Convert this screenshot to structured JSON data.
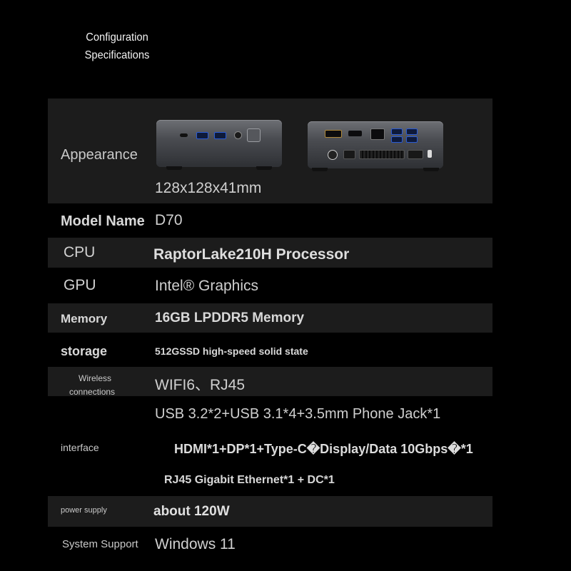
{
  "header": {
    "title_line1": "Configuration",
    "title_line2": "Specifications"
  },
  "specs": {
    "appearance": {
      "label": "Appearance",
      "value": "128x128x41mm"
    },
    "model": {
      "label": "Model Name",
      "value": "D70"
    },
    "cpu": {
      "label": "CPU",
      "value": "RaptorLake210H Processor"
    },
    "gpu": {
      "label": "GPU",
      "value": "Intel® Graphics"
    },
    "memory": {
      "label": "Memory",
      "value": "16GB LPDDR5 Memory"
    },
    "storage": {
      "label": "storage",
      "value": "512GSSD high-speed solid state"
    },
    "wireless": {
      "label_line1": "Wireless",
      "label_line2": "connections",
      "value": "WIFI6、RJ45"
    },
    "interface": {
      "label": "interface",
      "line1": "USB 3.2*2+USB 3.1*4+3.5mm Phone Jack*1",
      "line2": "HDMI*1+DP*1+Type-C�Display/Data 10Gbps�*1",
      "line3": "RJ45 Gigabit Ethernet*1 + DC*1"
    },
    "power": {
      "label": "power supply",
      "value": "about 120W"
    },
    "system": {
      "label": "System Support",
      "value": "Windows 11"
    }
  },
  "images": [
    {
      "name": "front-view",
      "description_icon": "mini-pc-front-icon"
    },
    {
      "name": "rear-view",
      "description_icon": "mini-pc-rear-icon"
    }
  ],
  "colors": {
    "background": "#000000",
    "row_shade": "#1c1c1c",
    "text": "#cfcfcf",
    "usb_accent": "#2a5bd6"
  }
}
